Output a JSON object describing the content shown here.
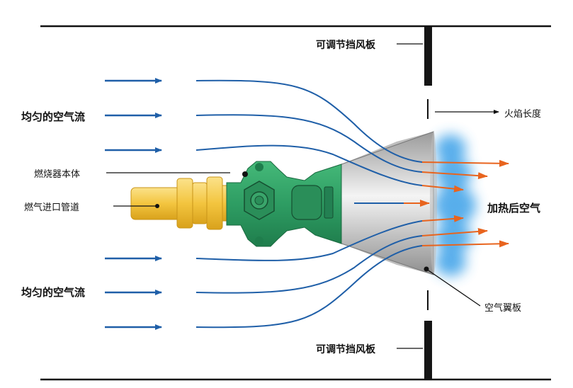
{
  "labels": {
    "damper_top": "可调节挡风板",
    "damper_bottom": "可调节挡风板",
    "flame_length": "火焰长度",
    "uniform_air_top": "均匀的空气流",
    "uniform_air_bottom": "均匀的空气流",
    "burner_body": "燃烧器本体",
    "gas_inlet": "燃气进口管道",
    "heated_air": "加热后空气",
    "air_wing": "空气翼板"
  },
  "colors": {
    "air_arrow": "#1f5fa8",
    "hot_arrow": "#e8641e",
    "burner_body": "#2e9d63",
    "gas_pipe": "#f2c23a",
    "flame": "#3aa0e8",
    "wall": "#111111"
  }
}
